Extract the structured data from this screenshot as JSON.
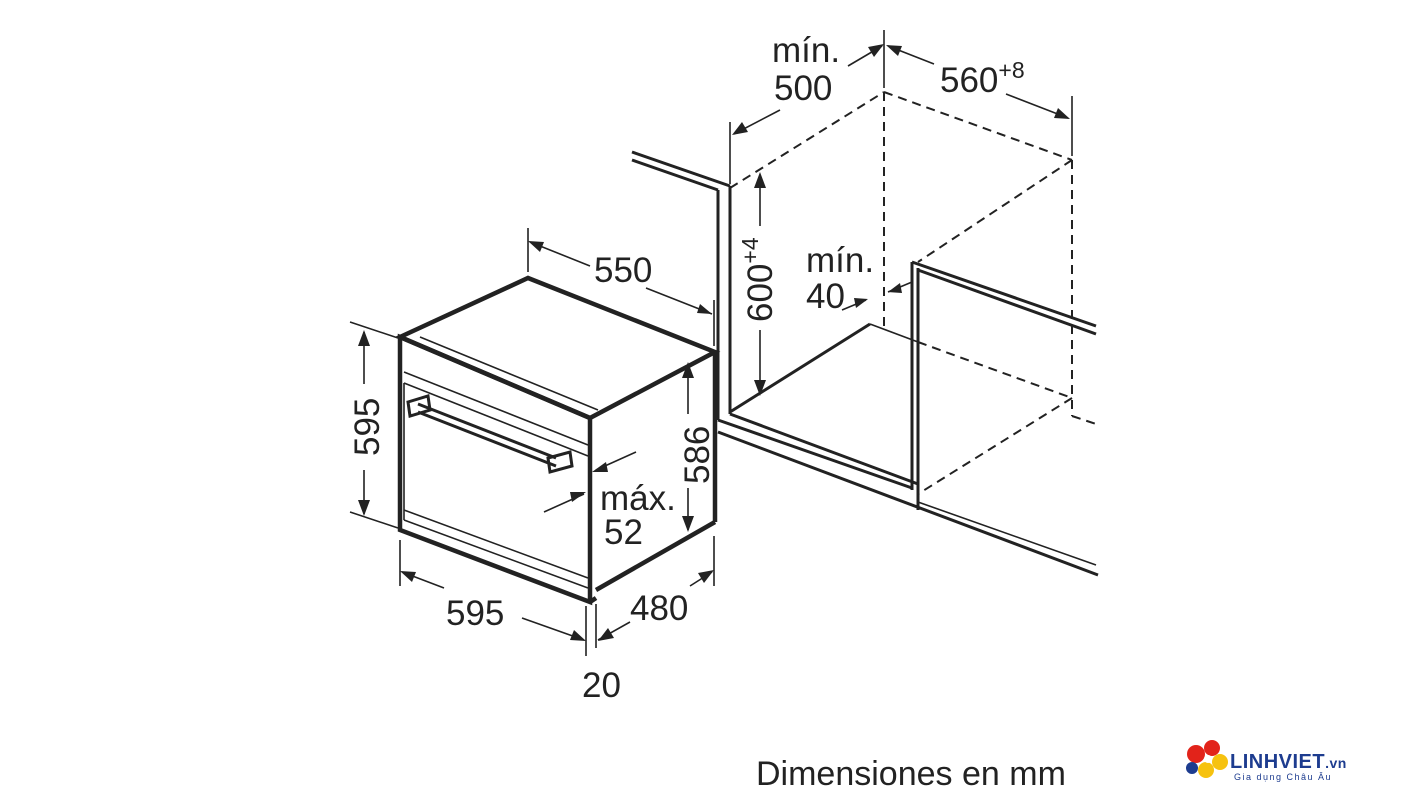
{
  "dimensions": {
    "oven_depth_top": "550",
    "oven_height_front": "595",
    "oven_height_side": "586",
    "oven_width_front": "595",
    "oven_depth_side": "480",
    "front_offset": "20",
    "handle_label_1": "máx.",
    "handle_label_2": "52",
    "niche_depth_label_1": "mín.",
    "niche_depth_label_2": "500",
    "niche_width_base": "560",
    "niche_width_tol": "+8",
    "niche_height_base": "600",
    "niche_height_tol": "+4",
    "gap_label_1": "mín.",
    "gap_label_2": "40"
  },
  "caption": "Dimensiones en mm",
  "watermark": {
    "brand": "LINHVIET",
    "tld": ".vn",
    "tagline": "Gia dụng Châu Âu"
  },
  "colors": {
    "line": "#222222",
    "logo_blue": "#1d3c8f",
    "logo_red": "#e2231a",
    "logo_yellow": "#f6c20f"
  }
}
